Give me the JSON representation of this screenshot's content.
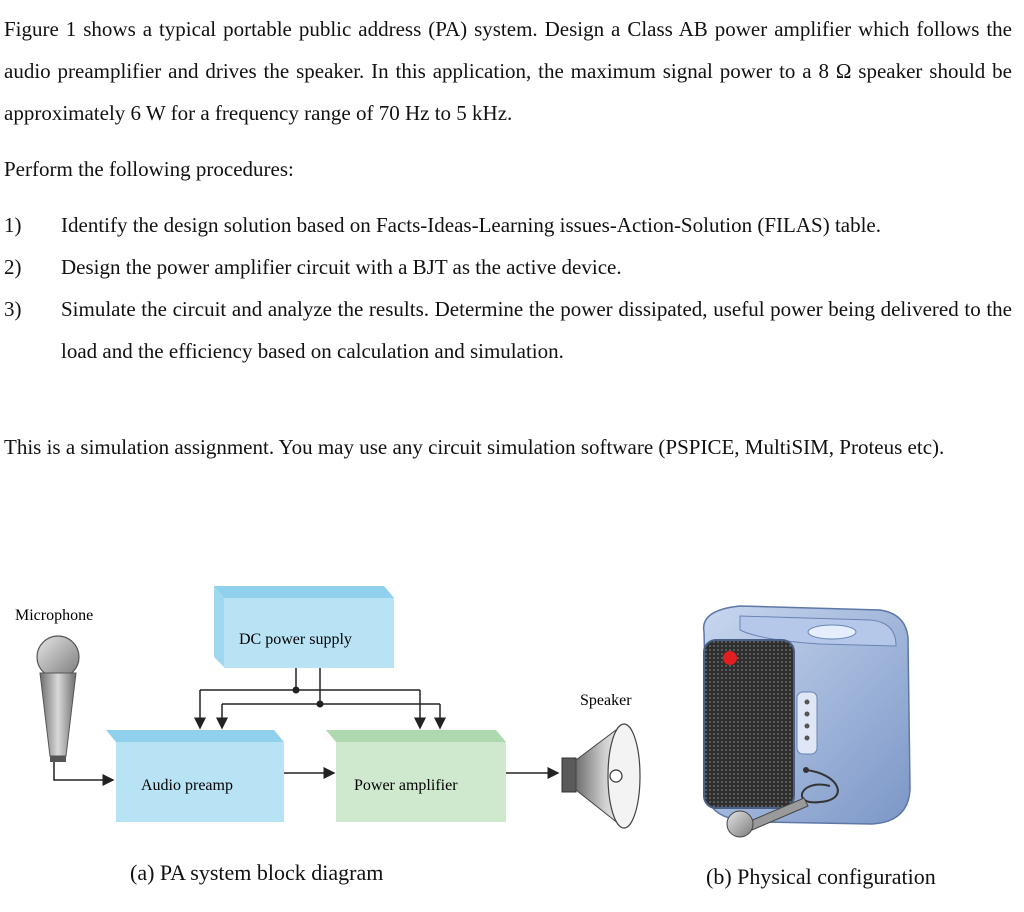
{
  "paragraphs": {
    "intro": "Figure 1 shows a typical portable public address (PA) system. Design a Class AB power amplifier which follows the audio preamplifier and drives the speaker. In this application, the maximum signal power to a 8 Ω speaker should be approximately 6 W for a frequency range of 70 Hz to 5 kHz.",
    "procedures_heading": "Perform the following procedures:",
    "note": "This is a simulation assignment. You may use any circuit simulation software (PSPICE, MultiSIM, Proteus etc)."
  },
  "procedures": [
    {
      "num": "1)",
      "text": "Identify the design solution based on Facts-Ideas-Learning issues-Action-Solution (FILAS) table."
    },
    {
      "num": "2)",
      "text": "Design the power amplifier circuit with a BJT as the active device."
    },
    {
      "num": "3)",
      "text": "Simulate the circuit and analyze the results. Determine the power dissipated, useful power being delivered to the load and the efficiency based on calculation and simulation."
    }
  ],
  "diagram": {
    "microphone_label": "Microphone",
    "dc_supply_label": "DC power supply",
    "preamp_label": "Audio preamp",
    "power_amp_label": "Power amplifier",
    "speaker_label": "Speaker"
  },
  "captions": {
    "a": "(a) PA system block diagram",
    "b": "(b) Physical configuration"
  },
  "colors": {
    "dc_box": "#b7e3f4",
    "preamp_box": "#b7e3f4",
    "amp_box": "#cfe9cf",
    "device_body": "#9fb8df"
  }
}
